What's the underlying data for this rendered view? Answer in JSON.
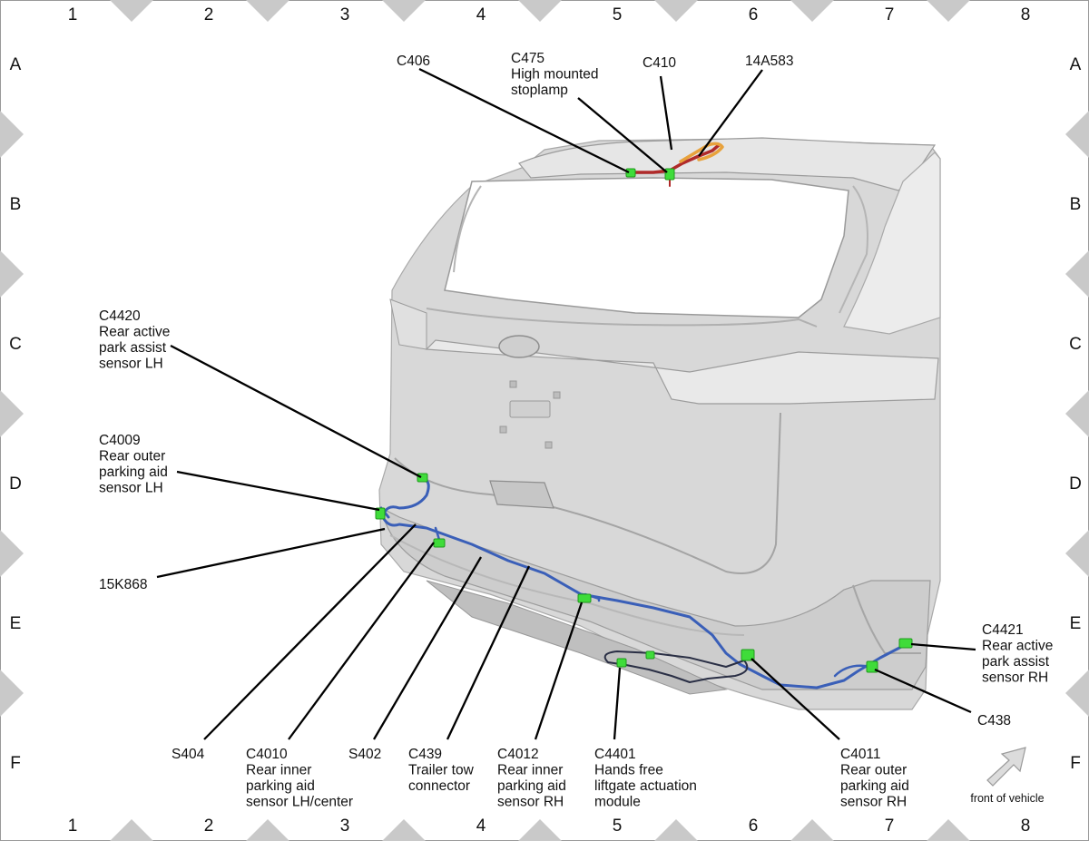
{
  "grid": {
    "columns": [
      "1",
      "2",
      "3",
      "4",
      "5",
      "6",
      "7",
      "8"
    ],
    "rows": [
      "A",
      "B",
      "C",
      "D",
      "E",
      "F"
    ]
  },
  "colors": {
    "harness_blue": "#3a5fb8",
    "harness_red": "#b02a2a",
    "harness_orange": "#e8a23c",
    "connector_green": "#3fdc3a",
    "vehicle_body": "#d6d6d6",
    "marker_gray": "#c9c9c9"
  },
  "callouts": [
    {
      "id": "c406",
      "lines": [
        "C406"
      ]
    },
    {
      "id": "c475",
      "lines": [
        "C475",
        "High mounted",
        "stoplamp"
      ]
    },
    {
      "id": "c410",
      "lines": [
        "C410"
      ]
    },
    {
      "id": "14a583",
      "lines": [
        "14A583"
      ]
    },
    {
      "id": "c4420",
      "lines": [
        "C4420",
        "Rear active",
        "park assist",
        "sensor LH"
      ]
    },
    {
      "id": "c4009",
      "lines": [
        "C4009",
        "Rear outer",
        "parking aid",
        "sensor LH"
      ]
    },
    {
      "id": "15k868",
      "lines": [
        "15K868"
      ]
    },
    {
      "id": "c4421",
      "lines": [
        "C4421",
        "Rear active",
        "park assist",
        "sensor RH"
      ]
    },
    {
      "id": "c438",
      "lines": [
        "C438"
      ]
    },
    {
      "id": "s404",
      "lines": [
        "S404"
      ]
    },
    {
      "id": "c4010",
      "lines": [
        "C4010",
        "Rear inner",
        "parking aid",
        "sensor LH/center"
      ]
    },
    {
      "id": "s402",
      "lines": [
        "S402"
      ]
    },
    {
      "id": "c439",
      "lines": [
        "C439",
        "Trailer tow",
        "connector"
      ]
    },
    {
      "id": "c4012",
      "lines": [
        "C4012",
        "Rear inner",
        "parking aid",
        "sensor RH"
      ]
    },
    {
      "id": "c4401",
      "lines": [
        "C4401",
        "Hands free",
        "liftgate actuation",
        "module"
      ]
    },
    {
      "id": "c4011",
      "lines": [
        "C4011",
        "Rear outer",
        "parking aid",
        "sensor RH"
      ]
    }
  ],
  "orientation": {
    "label": "front of vehicle",
    "icon": "front-arrow-icon"
  }
}
